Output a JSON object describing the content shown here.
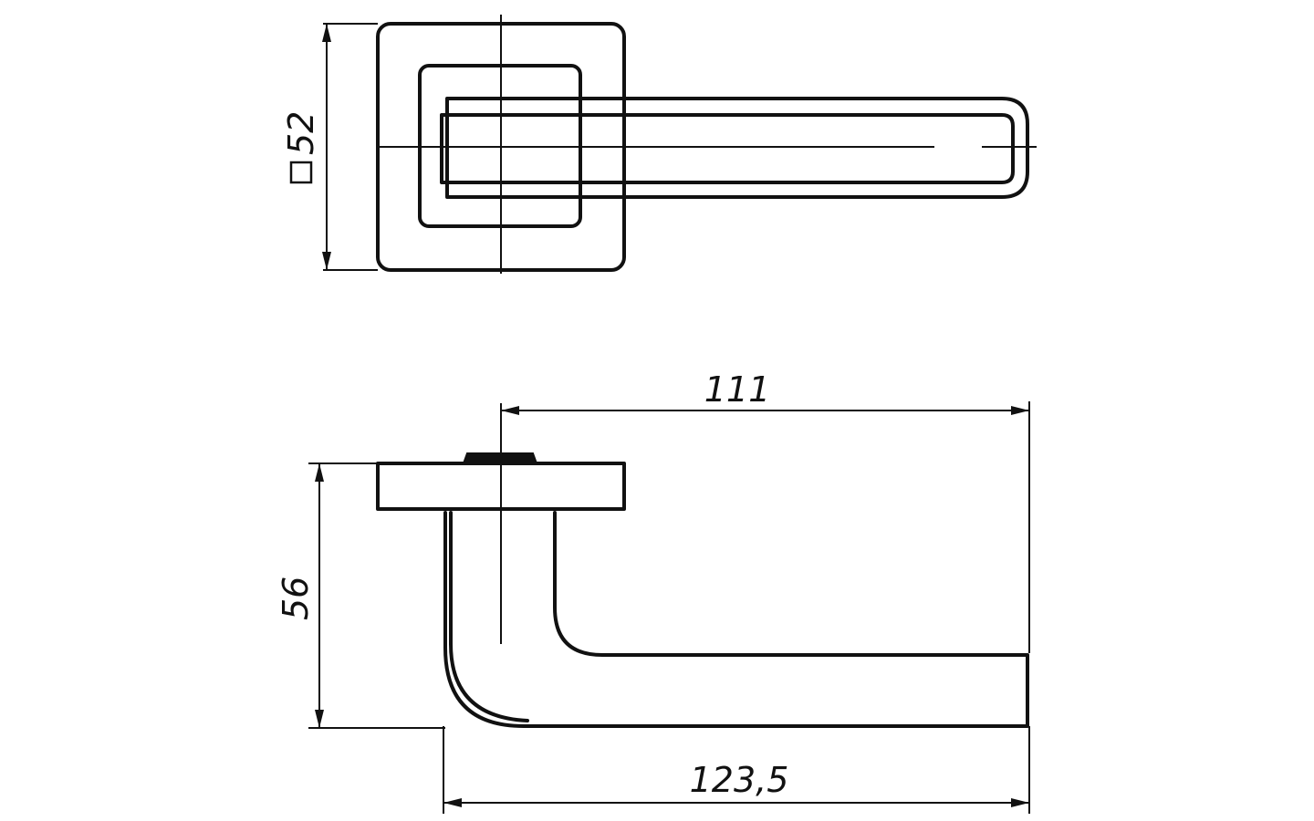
{
  "dimensions": {
    "rosette_size": "52",
    "rosette_size_symbol": "□",
    "lever_reach": "111",
    "height": "56",
    "overall_length": "123,5"
  }
}
